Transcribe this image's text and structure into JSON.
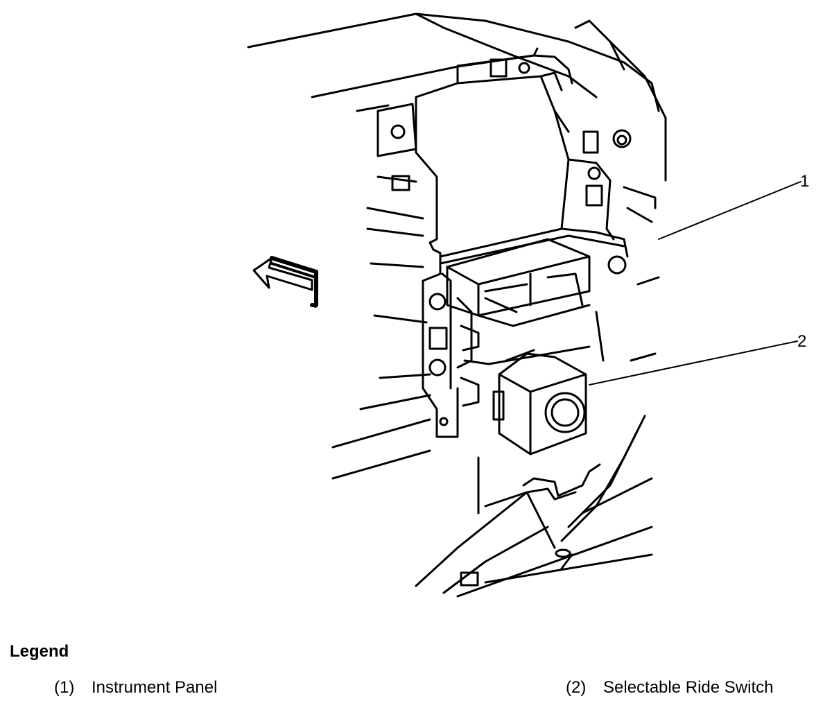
{
  "callouts": [
    "1",
    "2"
  ],
  "legend": {
    "title": "Legend",
    "items": [
      {
        "number": "(1)",
        "label": "Instrument Panel"
      },
      {
        "number": "(2)",
        "label": "Selectable Ride Switch"
      }
    ]
  }
}
